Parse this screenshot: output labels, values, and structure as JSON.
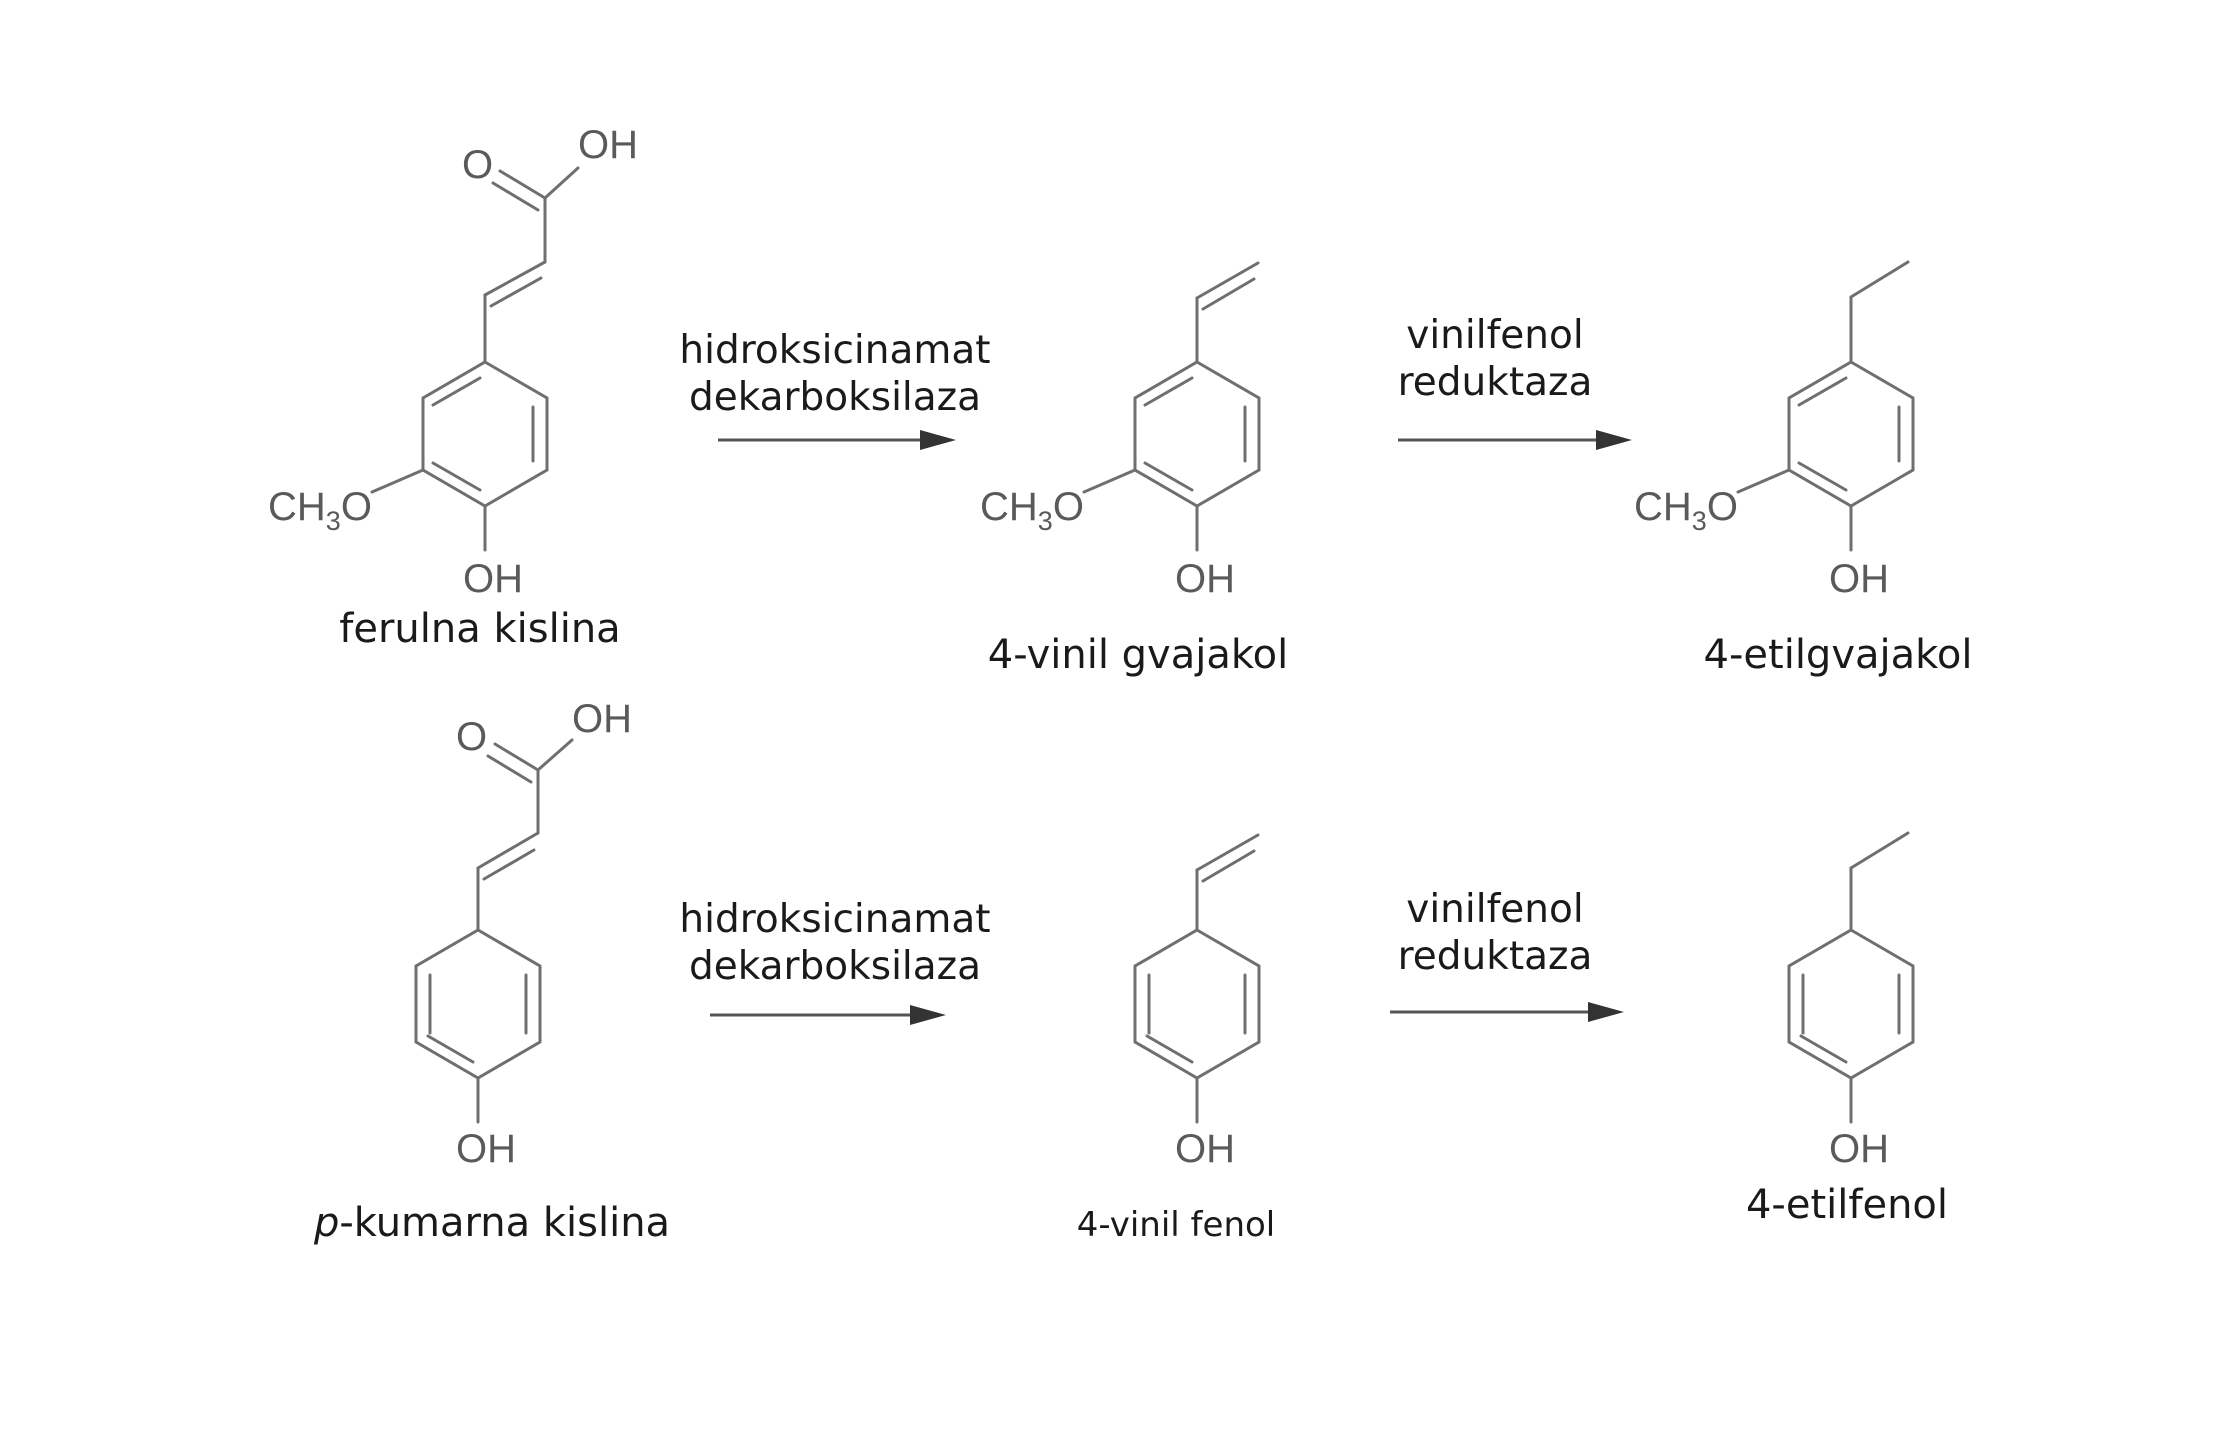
{
  "compounds": {
    "ferulic": {
      "name": "ferulna kislina"
    },
    "vinylguaiacol": {
      "name": "4-vinil gvajakol"
    },
    "ethylguaiacol": {
      "name": "4-etilgvajakol"
    },
    "coumaric": {
      "name_prefix": "p",
      "name_rest": "-kumarna kislina"
    },
    "vinylphenol": {
      "name": "4-vinil fenol"
    },
    "ethylphenol": {
      "name": "4-etilfenol"
    }
  },
  "enzymes": {
    "decarboxylase": {
      "line1": "hidroksicinamat",
      "line2": "dekarboksilaza"
    },
    "reductase": {
      "line1": "vinilfenol",
      "line2": "reduktaza"
    }
  },
  "atoms": {
    "OH": "OH",
    "O": "O",
    "CH3O_a": "CH",
    "CH3O_b": "3",
    "CH3O_c": "O"
  },
  "colors": {
    "bond": "#6f6f6f",
    "atom": "#5a5a5a",
    "text": "#1a1a1a"
  }
}
